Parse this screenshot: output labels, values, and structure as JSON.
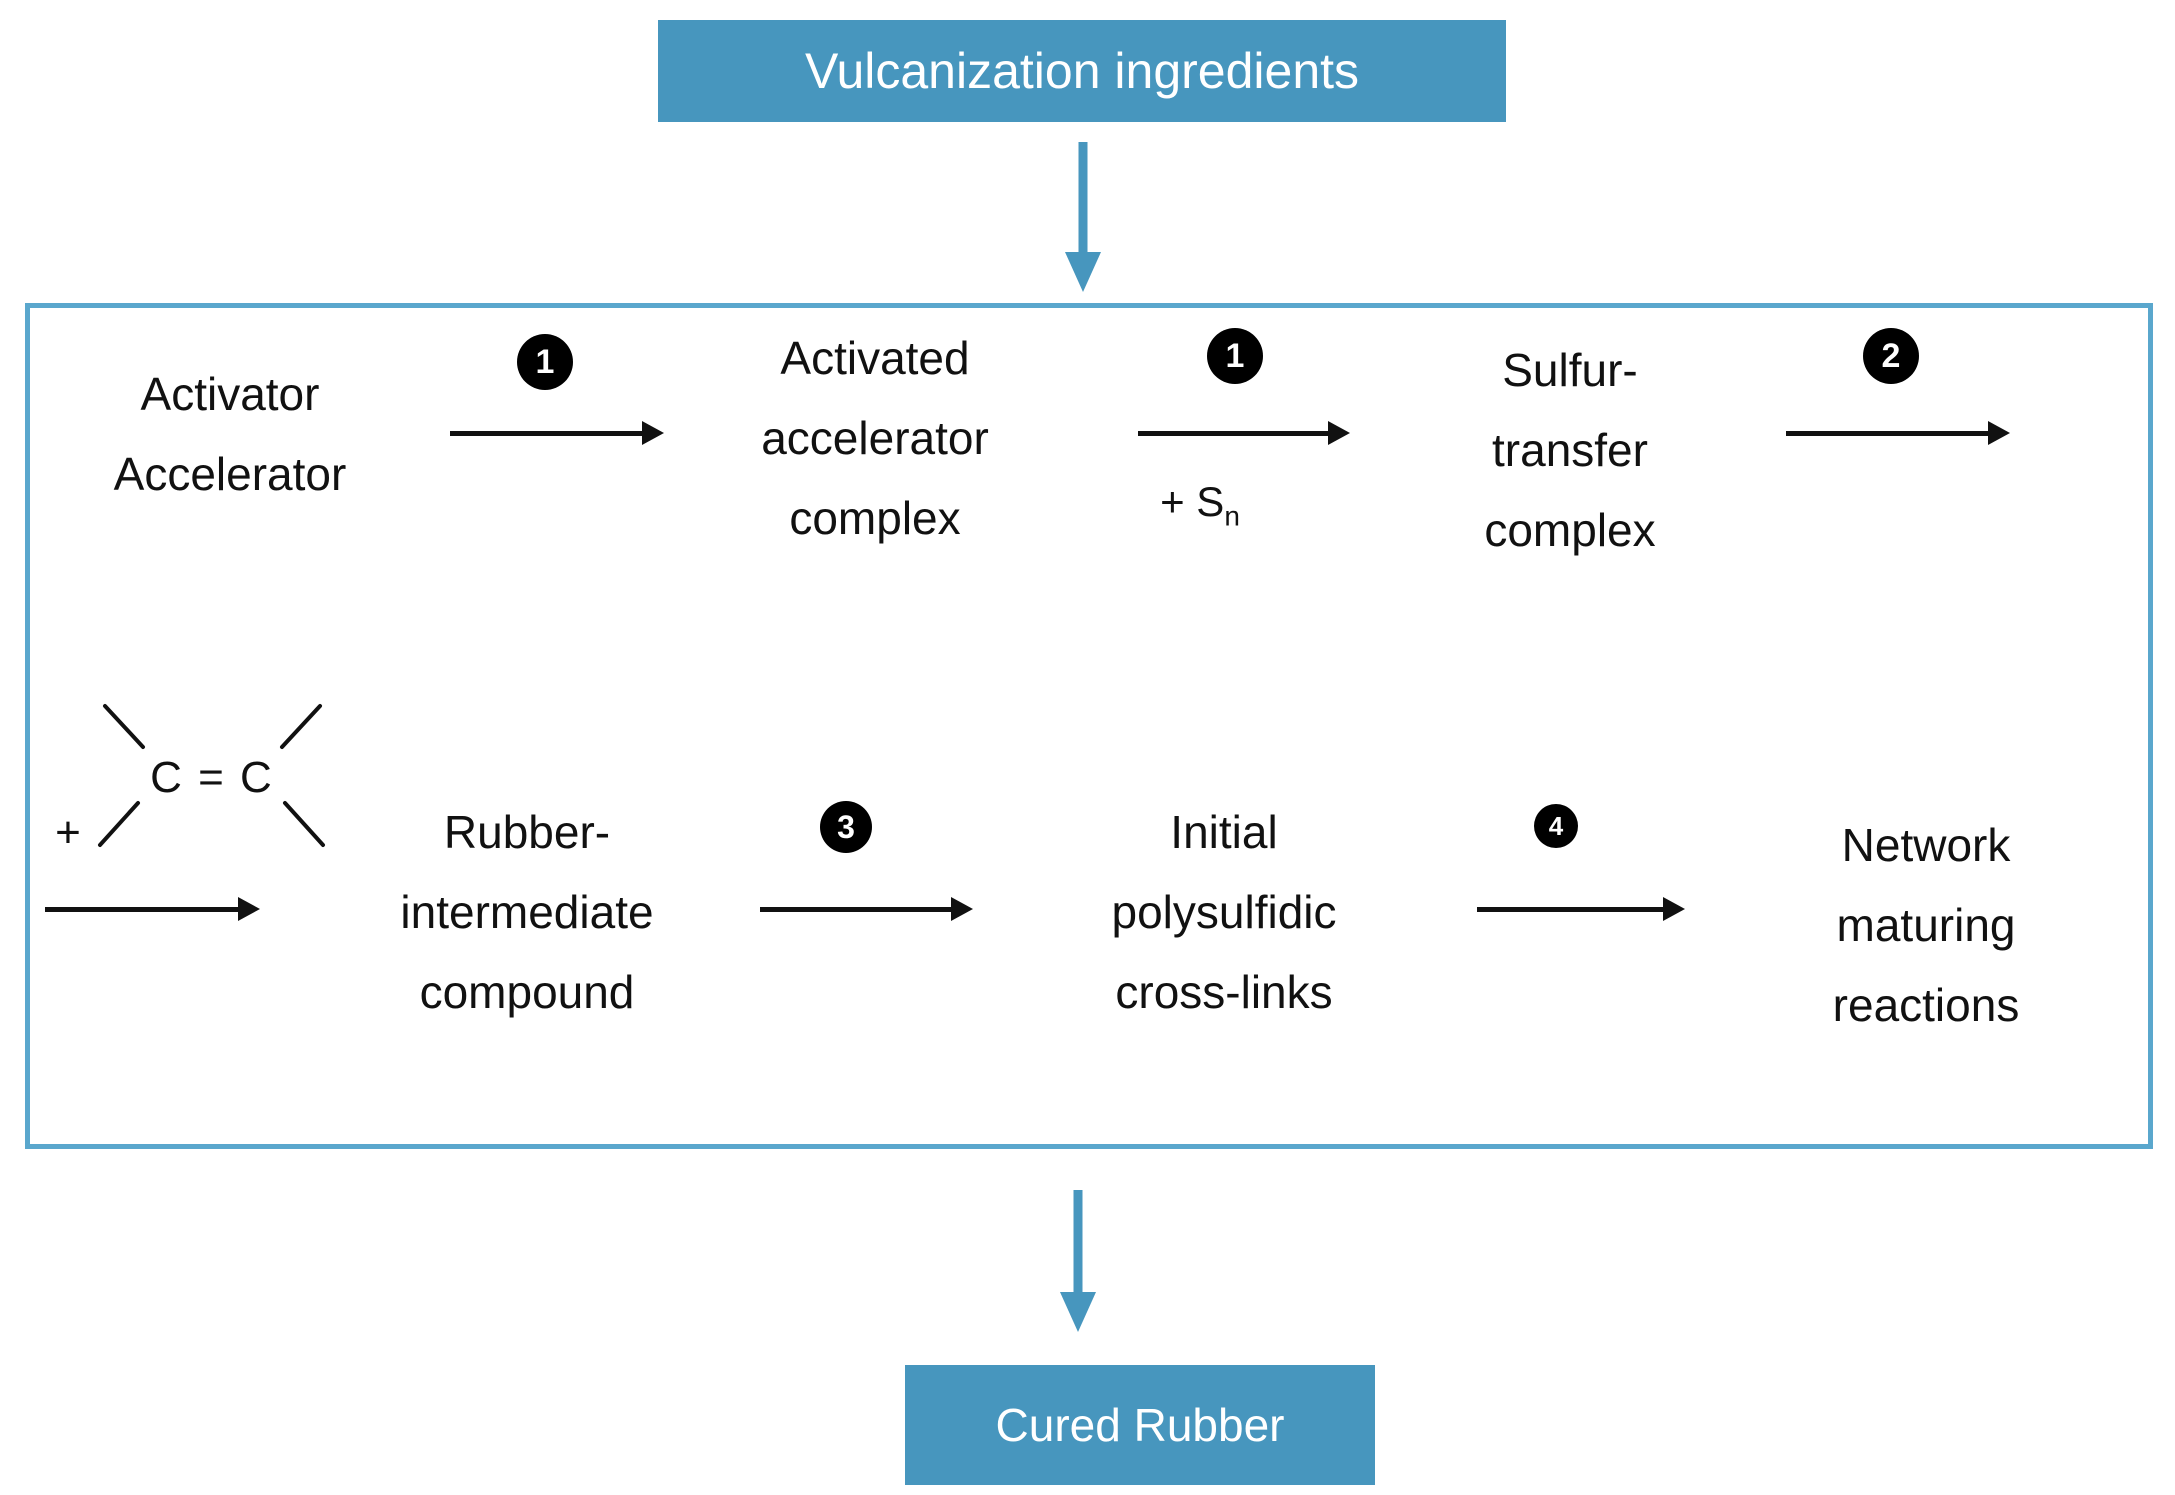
{
  "colors": {
    "box_fill": "#4796be",
    "box_border": "#5aa7cd",
    "arrow_blue": "#4796be",
    "ink": "#111111",
    "badge_bg": "#000000",
    "badge_fg": "#ffffff",
    "box_text": "#ffffff"
  },
  "top_box": {
    "label": "Vulcanization ingredients"
  },
  "bottom_box": {
    "label": "Cured Rubber"
  },
  "flow": {
    "row1": {
      "node_activator": "Activator\nAccelerator",
      "step1a": "1",
      "node_activated": "Activated\naccelerator\ncomplex",
      "step1b": "1",
      "sn_prefix": "+ S",
      "sn_sub": "n",
      "node_sulfur": "Sulfur-\ntransfer\ncomplex",
      "step2": "2"
    },
    "row2": {
      "alkene_plus": "+",
      "alkene_formula": "C = C",
      "node_rubber": "Rubber-\nintermediate\ncompound",
      "step3": "3",
      "node_initial": "Initial\npolysulfidic\ncross-links",
      "step4": "4",
      "node_network": "Network\nmaturing\nreactions"
    }
  }
}
